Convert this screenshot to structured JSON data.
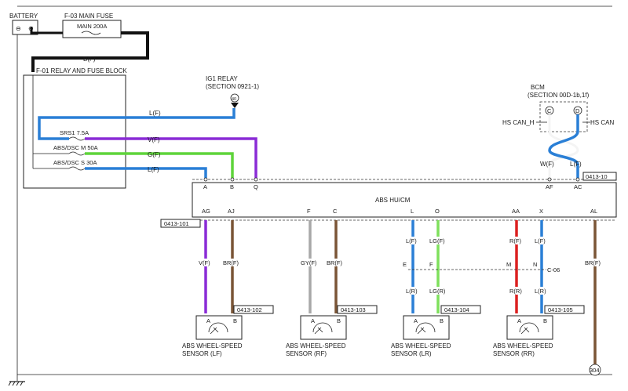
{
  "battery": {
    "label": "BATTERY",
    "neg": "⊖",
    "pos": "⊕"
  },
  "main_fuse": {
    "id": "F-03  MAIN FUSE",
    "label": "MAIN 200A"
  },
  "bf_wire": "B(F)",
  "relay_block": "F-01  RELAY AND FUSE BLOCK",
  "fuses": [
    {
      "label": "SRS1 7.5A",
      "wire": "V(F)"
    },
    {
      "label": "ABS/DSC M 50A",
      "wire": "G(F)"
    },
    {
      "label": "ABS/DSC S 30A",
      "wire": "L(F)"
    }
  ],
  "top_wire": "L(F)",
  "ig1_relay": {
    "title": "IG1 RELAY",
    "section": "(SECTION 0921-1)",
    "pin": "40"
  },
  "bcm": {
    "title": "BCM",
    "section": "(SECTION 00D-1b,1f)",
    "pin_c": "C",
    "pin_d": "D",
    "can_h": "HS CAN_H",
    "can_l": "HS CAN",
    "wire_w": "W(F)",
    "wire_l": "L(F)"
  },
  "module": {
    "label": "ABS HU/CM",
    "top_connector": "0413-10",
    "top_pins": [
      "A",
      "B",
      "Q",
      "AF",
      "AC"
    ],
    "bottom_connector": "0413-101",
    "bottom_pins": [
      "AG",
      "AJ",
      "F",
      "C",
      "L",
      "O",
      "AA",
      "X",
      "AL"
    ]
  },
  "junction": {
    "id": "C-06",
    "pins": [
      "E",
      "F",
      "M",
      "N"
    ]
  },
  "al_wire": "BR(F)",
  "ground": {
    "id": "304"
  },
  "sensors": [
    {
      "connector": "0413-102",
      "wire1": "V(F)",
      "wire2": "BR(F)",
      "pin_a": "A",
      "pin_b": "B",
      "name": "ABS WHEEL-SPEED",
      "pos": "SENSOR (LF)"
    },
    {
      "connector": "0413-103",
      "wire1": "GY(F)",
      "wire2": "BR(F)",
      "pin_a": "A",
      "pin_b": "B",
      "name": "ABS WHEEL-SPEED",
      "pos": "SENSOR (RF)"
    },
    {
      "connector": "0413-104",
      "wire1": "L(F)",
      "wire2": "LG(F)",
      "wire1b": "L(R)",
      "wire2b": "LG(R)",
      "pin_a": "A",
      "pin_b": "B",
      "name": "ABS WHEEL-SPEED",
      "pos": "SENSOR (LR)"
    },
    {
      "connector": "0413-105",
      "wire1": "R(F)",
      "wire2": "L(F)",
      "wire1b": "R(R)",
      "wire2b": "L(R)",
      "pin_a": "A",
      "pin_b": "B",
      "name": "ABS WHEEL-SPEED",
      "pos": "SENSOR (RR)"
    }
  ],
  "colors": {
    "black": "#111111",
    "blue": "#2a7fd6",
    "violet": "#8a2bd6",
    "green": "#5ed43a",
    "brown": "#7a5536",
    "gray": "#a8a8a8",
    "red": "#dc2020",
    "lightgreen": "#7ee05c"
  }
}
